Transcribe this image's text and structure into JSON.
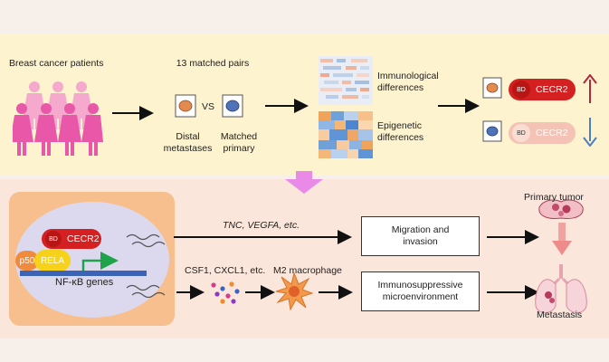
{
  "top": {
    "patients_label": "Breast cancer patients",
    "pairs_label": "13 matched pairs",
    "vs_label": "VS",
    "distal_label": "Distal\nmetastases",
    "matched_label": "Matched\nprimary",
    "immuno_label": "Immunological\ndifferences",
    "epigenetic_label": "Epigenetic\ndifferences",
    "bd_label": "BD",
    "cecr2_label": "CECR2"
  },
  "bottom": {
    "bd_label": "BD",
    "cecr2_label": "CECR2",
    "p50_label": "p50",
    "rela_label": "RELA",
    "nfkb_label": "NF-κB genes",
    "targets_label": "TNC, VEGFA, etc.",
    "chemokines_label": "CSF1,  CXCL1, etc.",
    "macrophage_label": "M2 macrophage",
    "migration_label": "Migration and\ninvasion",
    "immunosuppressive_label": "Immunosuppressive\nmicroenvironment",
    "primary_tumor_label": "Primary tumor",
    "metastasis_label": "Metastasis"
  },
  "colors": {
    "top_panel": "#fdf3cf",
    "bottom_panel": "#fbe6db",
    "cecr2_high": "#d42020",
    "cecr2_low": "#f4c3b5",
    "arrow_up": "#b0283a",
    "arrow_down": "#4a7fc1",
    "transition_arrow": "#e98ae6",
    "women": "#e857a8"
  },
  "icons": [
    "woman-icon",
    "sample-slide-icon",
    "heatmap-icon",
    "dna-icon",
    "macrophage-icon",
    "tumor-icon",
    "lungs-icon"
  ]
}
